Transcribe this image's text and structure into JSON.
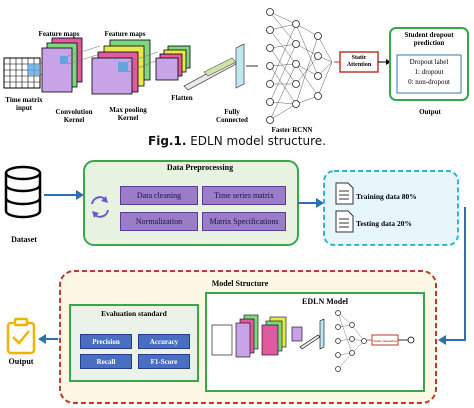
{
  "fig1": {
    "labels": {
      "time_matrix_input": "Time matrix input",
      "feature_maps_1": "Feature maps",
      "feature_maps_2": "Feature maps",
      "convolution_kernel": "Convolution Kernel",
      "max_pooling_kernel": "Max pooling Kernel",
      "flatten": "Flatten",
      "fully_connected": "Fully Connected",
      "faster_rcnn": "Faster RCNN",
      "static_attention": "Static Attention",
      "output": "Output"
    },
    "prediction": {
      "title": "Student dropout prediction",
      "line1": "Dropout label",
      "line2": "1: dropout",
      "line3": "0: non-dropout"
    },
    "caption_prefix": "Fig.1.",
    "caption_text": " EDLN model structure."
  },
  "fig2": {
    "dataset_label": "Dataset",
    "preprocessing": {
      "title": "Data Preprocessing",
      "items": [
        "Data cleaning",
        "Time series matrix",
        "Normalization",
        "Matrix Specifications"
      ]
    },
    "training": "Training data 80%",
    "testing": "Testing data 20%",
    "model_structure_title": "Model Structure",
    "edln_title": "EDLN Model",
    "evaluation": {
      "title": "Evaluation standard",
      "items": [
        "Precision",
        "Accuracy",
        "Recall",
        "F1-Score"
      ]
    },
    "output_label": "Output",
    "static_attention_small": "Static Attention"
  },
  "colors": {
    "green_border": "#3aa64a",
    "purple": "#9b7cc8",
    "red_dash": "#c0392b",
    "cyan": "#2bb7d6",
    "blue": "#4a6fc2",
    "gold": "#f0b400",
    "arrow_blue": "#2f6fb0"
  }
}
